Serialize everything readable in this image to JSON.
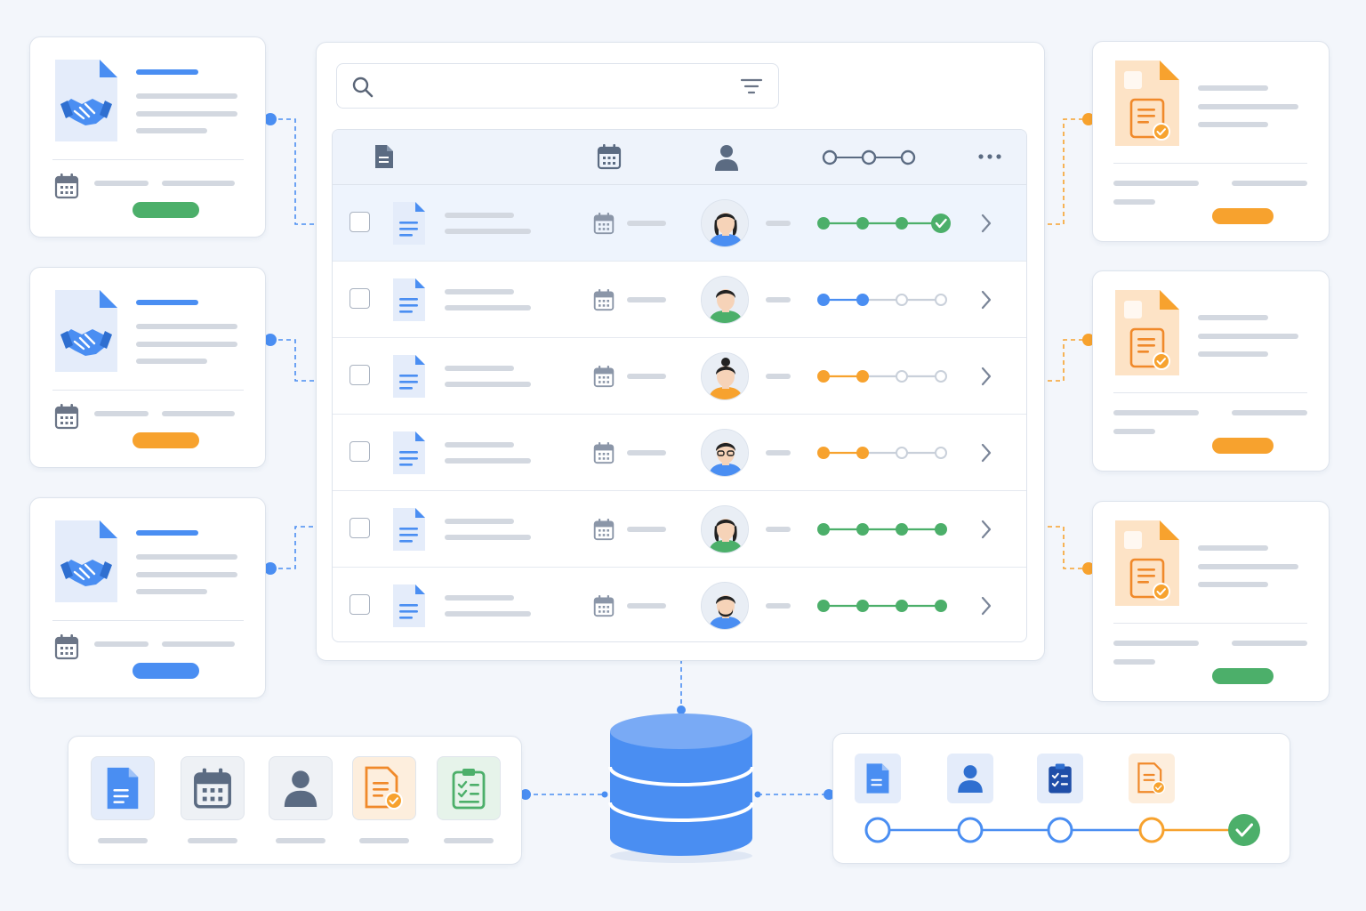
{
  "colors": {
    "accent_blue": "#4a8ef2",
    "accent_orange": "#f7a22e",
    "accent_green": "#4caf6a",
    "skeleton_gray": "#d3d8e0",
    "background": "#f3f6fb"
  },
  "search": {
    "placeholder": "",
    "icon": "search-icon",
    "filter_icon": "filter-icon"
  },
  "table": {
    "columns": [
      {
        "icon": "document-icon"
      },
      {
        "icon": "calendar-icon"
      },
      {
        "icon": "user-icon"
      },
      {
        "icon": "progress-steps-icon"
      },
      {
        "icon": "more-icon"
      }
    ],
    "rows": [
      {
        "selected": true,
        "progress_color": "green",
        "steps_done": 4,
        "completed_check": true,
        "avatar": "woman-dark-hair"
      },
      {
        "selected": false,
        "progress_color": "blue",
        "steps_done": 2,
        "completed_check": false,
        "avatar": "man-dark-hair"
      },
      {
        "selected": false,
        "progress_color": "orange",
        "steps_done": 2,
        "completed_check": false,
        "avatar": "woman-bun"
      },
      {
        "selected": false,
        "progress_color": "orange",
        "steps_done": 2,
        "completed_check": false,
        "avatar": "man-glasses"
      },
      {
        "selected": false,
        "progress_color": "green",
        "steps_done": 4,
        "completed_check": false,
        "avatar": "woman-long-hair"
      },
      {
        "selected": false,
        "progress_color": "green",
        "steps_done": 4,
        "completed_check": false,
        "avatar": "man-beard"
      }
    ]
  },
  "left_cards": [
    {
      "icon": "handshake-document-icon",
      "status_color": "green"
    },
    {
      "icon": "handshake-document-icon",
      "status_color": "orange"
    },
    {
      "icon": "handshake-document-icon",
      "status_color": "blue"
    }
  ],
  "right_cards": [
    {
      "icon": "approved-document-icon",
      "status_color": "orange"
    },
    {
      "icon": "approved-document-icon",
      "status_color": "orange"
    },
    {
      "icon": "approved-document-icon",
      "status_color": "green"
    }
  ],
  "bottom_left_tiles": [
    {
      "icon": "document-icon"
    },
    {
      "icon": "calendar-icon"
    },
    {
      "icon": "user-icon"
    },
    {
      "icon": "approved-document-icon"
    },
    {
      "icon": "checklist-icon"
    }
  ],
  "database": {
    "icon": "database-icon"
  },
  "bottom_right_workflow": [
    {
      "icon": "document-icon",
      "state": "pending"
    },
    {
      "icon": "user-icon",
      "state": "pending"
    },
    {
      "icon": "checklist-icon",
      "state": "pending"
    },
    {
      "icon": "approved-document-icon",
      "state": "pending"
    },
    {
      "icon": "check-icon",
      "state": "complete"
    }
  ]
}
